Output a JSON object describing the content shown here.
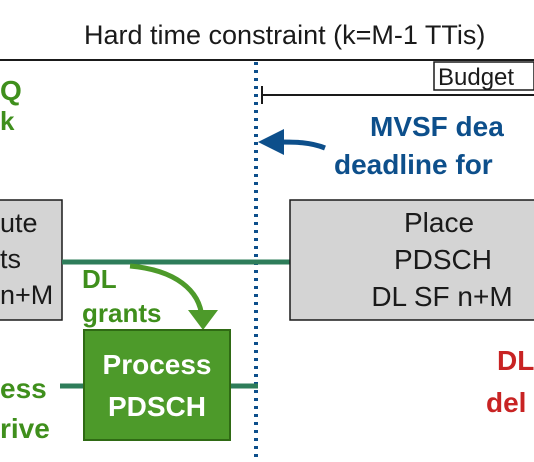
{
  "header": {
    "title": "Hard time constraint (k=M-1 TTis)"
  },
  "budget": {
    "label": "Budget"
  },
  "mvsf": {
    "line1": "MVSF dea",
    "line2": "deadline for"
  },
  "left_top": {
    "line1": "Q",
    "line2": "k"
  },
  "left_box": {
    "line1": "ute",
    "line2": "ts",
    "line3": "n+M"
  },
  "place_box": {
    "line1": "Place",
    "line2": "PDSCH",
    "line3": "DL SF n+M"
  },
  "dl_grants": {
    "line1": "DL",
    "line2": "grants"
  },
  "process_box": {
    "line1": "Process",
    "line2": "PDSCH"
  },
  "left_bottom": {
    "line1": "ess",
    "line2": "rive"
  },
  "dl_deadline": {
    "line1": "DL",
    "line2": "del"
  },
  "colors": {
    "green_text": "#3f8f1c",
    "green_box": "#4d9a2a",
    "green_line": "#2e7d5a",
    "blue": "#0d4f8b",
    "red": "#c82323",
    "gray_box": "#d4d4d4",
    "dark": "#1a1a1a"
  }
}
